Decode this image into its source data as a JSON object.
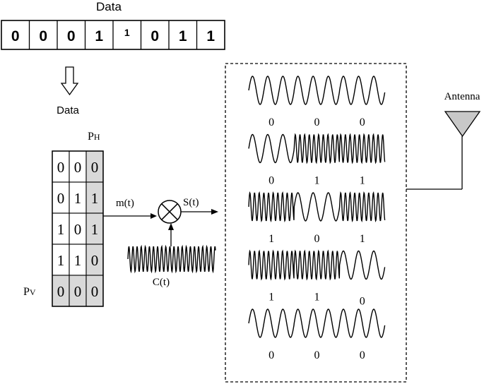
{
  "top": {
    "title": "Data",
    "bits": [
      "0",
      "0",
      "0",
      "1",
      "1",
      "0",
      "1",
      "1"
    ],
    "arrow_label": "Data"
  },
  "matrix": {
    "ph_label": "PH",
    "pv_label": "PV",
    "rows": [
      [
        "0",
        "0",
        "0"
      ],
      [
        "0",
        "1",
        "1"
      ],
      [
        "1",
        "0",
        "1"
      ],
      [
        "1",
        "1",
        "0"
      ],
      [
        "0",
        "0",
        "0"
      ]
    ],
    "parity_fill": "#d9d9d9"
  },
  "signals": {
    "m_label": "m(t)",
    "s_label": "S(t)",
    "c_label": "C(t)"
  },
  "output": {
    "rows": [
      [
        "0",
        "0",
        "0"
      ],
      [
        "0",
        "1",
        "1"
      ],
      [
        "1",
        "0",
        "1"
      ],
      [
        "1",
        "1",
        "0"
      ],
      [
        "0",
        "0",
        "0"
      ]
    ]
  },
  "antenna": {
    "label": "Antenna",
    "fill": "#c8c8c8"
  }
}
